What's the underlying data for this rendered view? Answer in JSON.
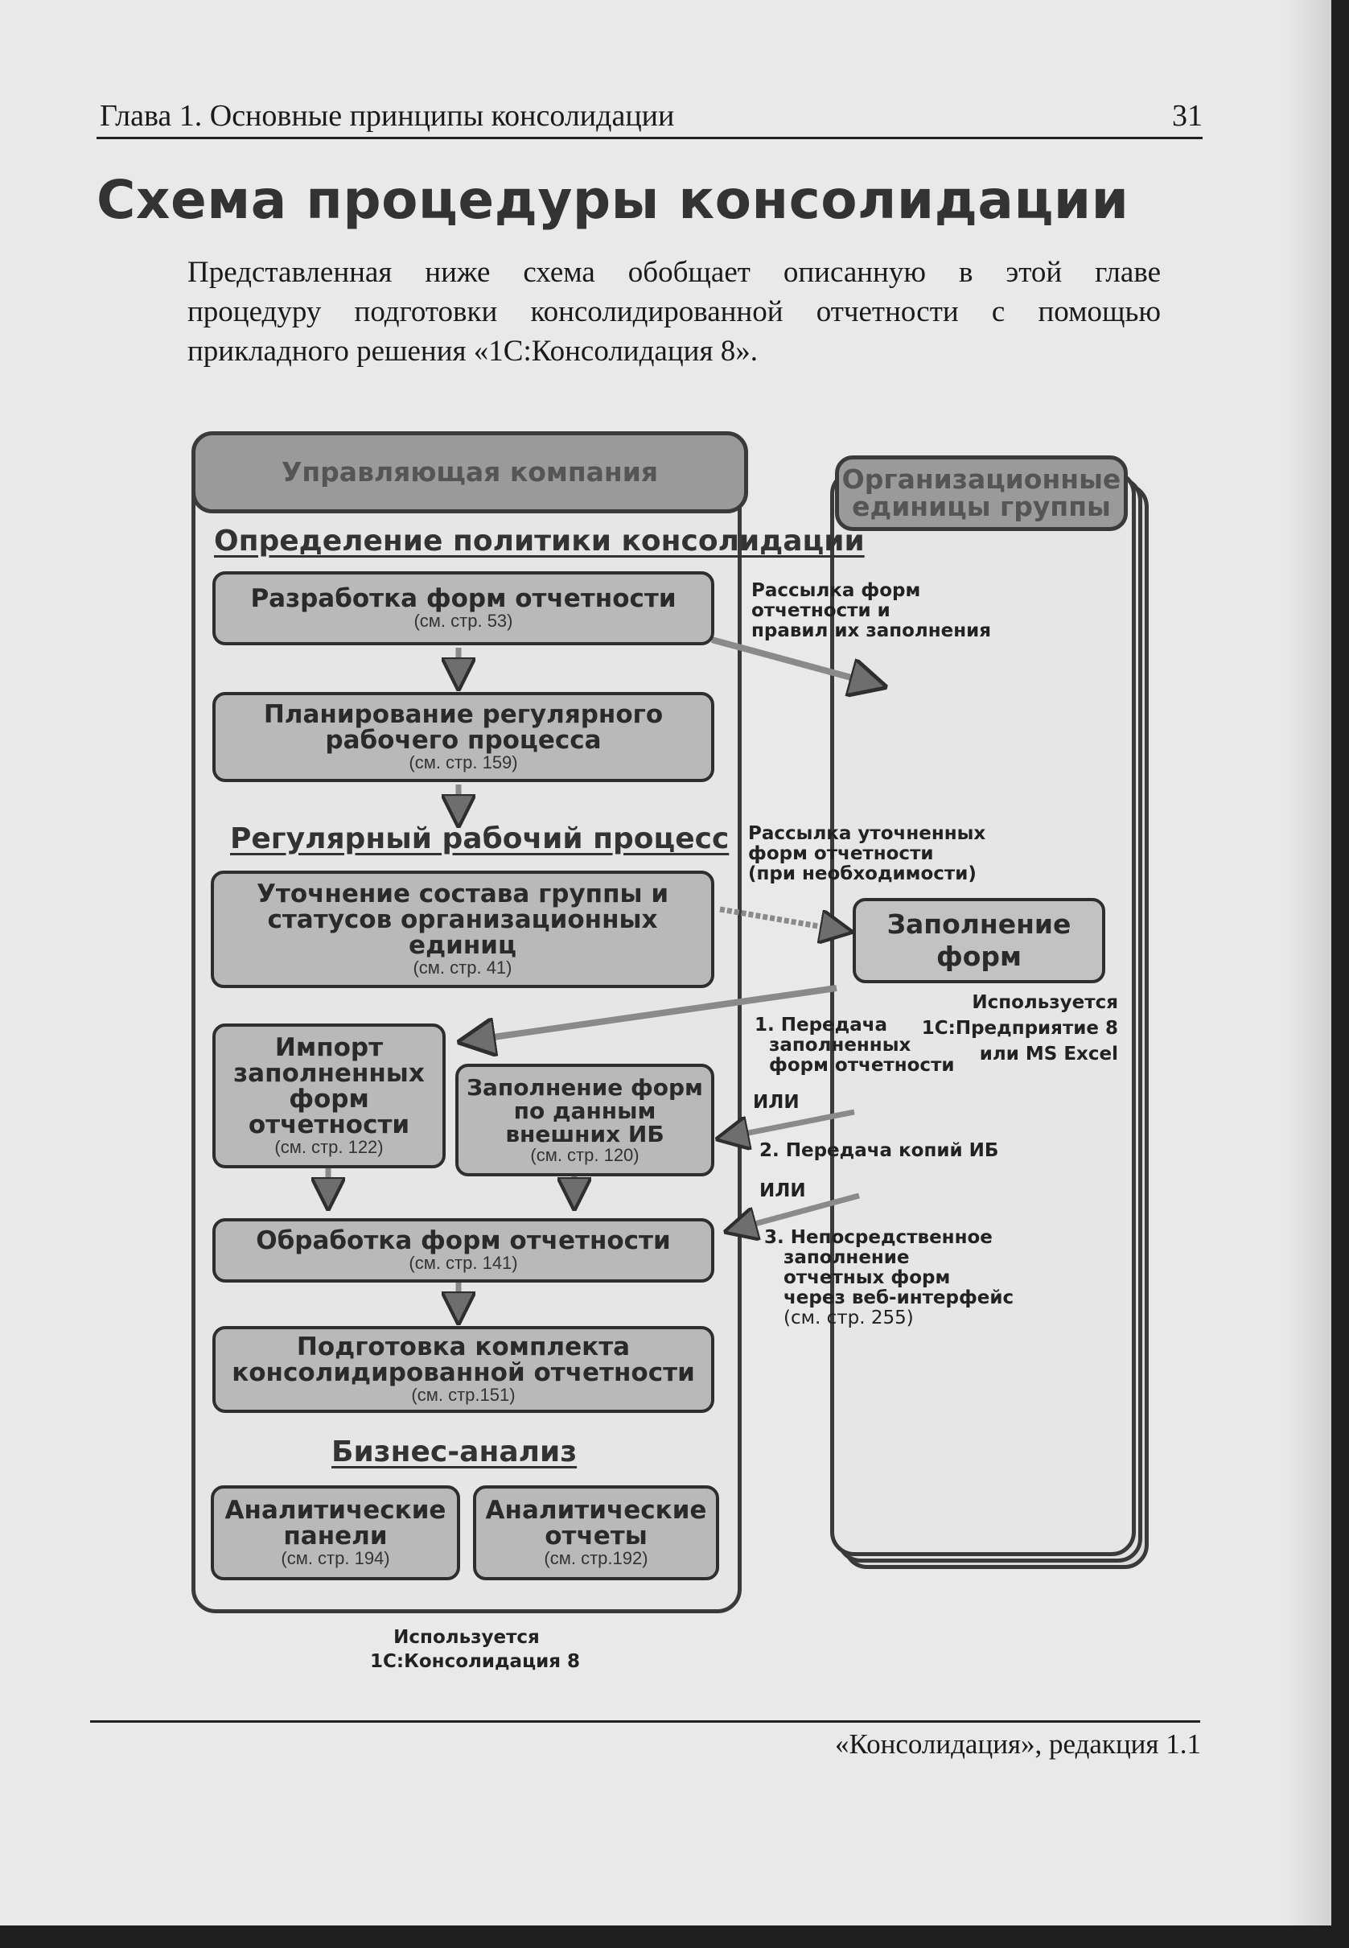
{
  "header": {
    "chapter_title": "Глава 1. Основные принципы консолидации",
    "page_number": "31"
  },
  "heading": "Схема процедуры консолидации",
  "intro_lines": [
    "Представленная ниже схема обобщает описанную в этой главе",
    "процедуру подготовки консолидированной отчетности с помощью",
    "прикладного решения «1С:Консолидация 8»."
  ],
  "diagram": {
    "left_panel_title": "Управляющая компания",
    "right_panel_title": "Организационные единицы группы",
    "section_policy": "Определение политики консолидации",
    "section_regular": "Регулярный рабочий процесс",
    "section_business": "Бизнес-анализ",
    "boxes": {
      "forms_dev": {
        "title": "Разработка форм отчетности",
        "ref": "(см. стр. 53)"
      },
      "planning": {
        "title_1": "Планирование регулярного",
        "title_2": "рабочего процесса",
        "ref": "(см. стр. 159)"
      },
      "group": {
        "title_1": "Уточнение состава группы и",
        "title_2": "статусов организационных",
        "title_3": "единиц",
        "ref": "(см. стр. 41)"
      },
      "import": {
        "title_1": "Импорт",
        "title_2": "заполненных",
        "title_3": "форм",
        "title_4": "отчетности",
        "ref": "(см. стр. 122)"
      },
      "external": {
        "title_1": "Заполнение форм",
        "title_2": "по данным",
        "title_3": "внешних ИБ",
        "ref": "(см. стр. 120)"
      },
      "processing": {
        "title": "Обработка форм отчетности",
        "ref": "(см. стр. 141)"
      },
      "package": {
        "title_1": "Подготовка комплекта",
        "title_2": "консолидированной отчетности",
        "ref": "(см. стр.151)"
      },
      "panels": {
        "title_1": "Аналитические",
        "title_2": "панели",
        "ref": "(см. стр. 194)"
      },
      "reports": {
        "title_1": "Аналитические",
        "title_2": "отчеты",
        "ref": "(см. стр.192)"
      },
      "fill": {
        "title_1": "Заполнение",
        "title_2": "форм"
      }
    },
    "notes": {
      "send_forms": [
        "Рассылка форм",
        "отчетности и",
        "правил их заполнения"
      ],
      "send_updated": [
        "Рассылка уточненных",
        "форм отчетности",
        "(при  необходимости)"
      ],
      "used_enterprise": [
        "Используется",
        "1С:Предприятие 8",
        "или MS Excel"
      ],
      "transfer_1": [
        "1. Передача",
        "заполненных",
        "форм отчетности"
      ],
      "or_1": "ИЛИ",
      "transfer_2": "2. Передача копий ИБ",
      "or_2": "ИЛИ",
      "transfer_3": [
        "3. Непосредственное",
        "заполнение",
        "отчетных форм",
        "через веб-интерфейс",
        "(см. стр. 255)"
      ],
      "used_consolidation": [
        "Используется",
        "1С:Консолидация 8"
      ]
    }
  },
  "footer": "«Консолидация», редакция 1.1",
  "colors": {
    "page": "#e9e9e9",
    "box_fill": "#b9b9b9",
    "title_fill": "#9a9a9a",
    "ink": "#2a2a2a",
    "arrow": "#8a8a8a"
  }
}
